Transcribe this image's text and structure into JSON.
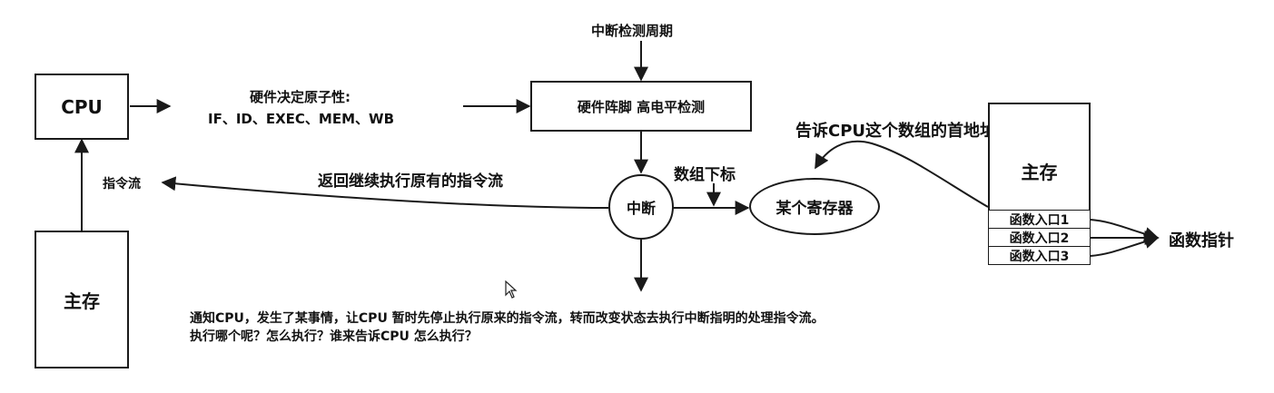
{
  "colors": {
    "line": "#1a1a1a",
    "background": "#ffffff",
    "text": "#111111"
  },
  "cpu_box": {
    "label": "CPU"
  },
  "memory_left": {
    "label": "主存"
  },
  "instruction_stream_label": "指令流",
  "atomicity": {
    "line1": "硬件决定原子性:",
    "line2": "IF、ID、EXEC、MEM、WB"
  },
  "interrupt_cycle_label": "中断检测周期",
  "hardware_pin_box": {
    "label": "硬件阵脚 高电平检测"
  },
  "interrupt_node": {
    "label": "中断"
  },
  "return_label": "返回继续执行原有的指令流",
  "array_index_label": "数组下标",
  "register_node": {
    "label": "某个寄存器"
  },
  "tell_cpu_label": "告诉CPU这个数组的首地址",
  "memory_right": {
    "label": "主存",
    "slots": [
      "函数入口1",
      "函数入口2",
      "函数入口3"
    ]
  },
  "function_pointer_label": "函数指针",
  "notes": {
    "line1": "通知CPU，发生了某事情，让CPU 暂时先停止执行原来的指令流，转而改变状态去执行中断指明的处理指令流。",
    "line2": "执行哪个呢？怎么执行？谁来告诉CPU 怎么执行？"
  },
  "icons": {
    "cursor": "mouse-pointer-icon"
  }
}
